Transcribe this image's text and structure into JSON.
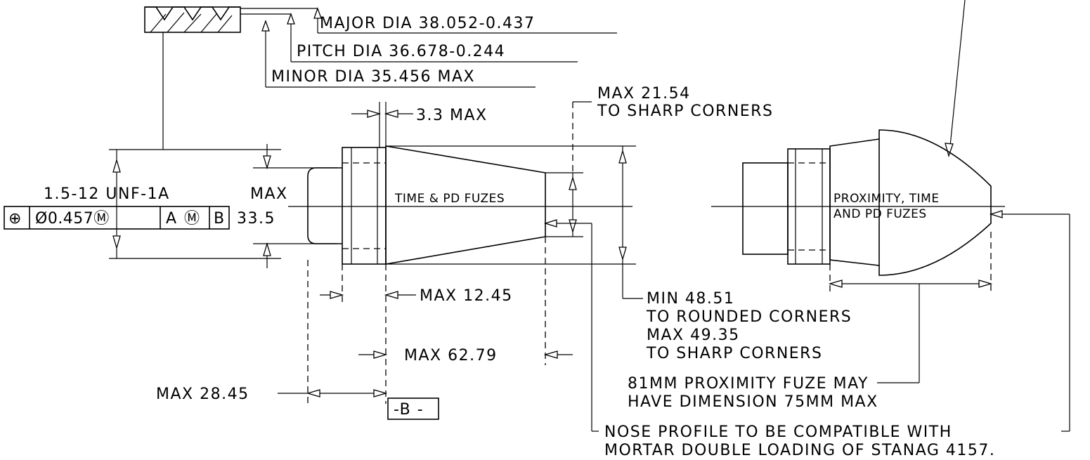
{
  "thread_detail": {
    "major_dia": "MAJOR DIA 38.052-0.437",
    "pitch_dia": "PITCH DIA 36.678-0.244",
    "minor_dia": "MINOR DIA 35.456 MAX"
  },
  "left_view": {
    "thread_spec": "1.5-12 UNF-1A",
    "feature_control_frame": {
      "symbol": "⊕",
      "tolerance": "Ø0.457Ⓜ",
      "datum_a": "A",
      "datum_a_modifier": "Ⓜ",
      "datum_b": "B"
    },
    "max_dia_label": "MAX",
    "max_dia_value": "33.5",
    "band_width": "3.3 MAX",
    "fuze_label": "TIME & PD FUZES",
    "nose_note_line1": "MAX 21.54",
    "nose_note_line2": "TO SHARP CORNERS",
    "body_length": "MAX 12.45",
    "overall_length": "MAX 62.79",
    "threaded_length": "MAX 28.45",
    "datum_b_label": "-B -",
    "body_dia_line1": "MIN 48.51",
    "body_dia_line2": "TO ROUNDED CORNERS",
    "body_dia_line3": "MAX 49.35",
    "body_dia_line4": "TO SHARP CORNERS"
  },
  "right_view": {
    "fuze_label_line1": "PROXIMITY, TIME",
    "fuze_label_line2": "AND PD FUZES",
    "proximity_note_line1": "81MM PROXIMITY FUZE MAY",
    "proximity_note_line2": "HAVE DIMENSION 75MM MAX",
    "nose_profile_line1": "NOSE PROFILE TO BE COMPATIBLE WITH",
    "nose_profile_line2": "MORTAR DOUBLE LOADING OF STANAG 4157."
  }
}
